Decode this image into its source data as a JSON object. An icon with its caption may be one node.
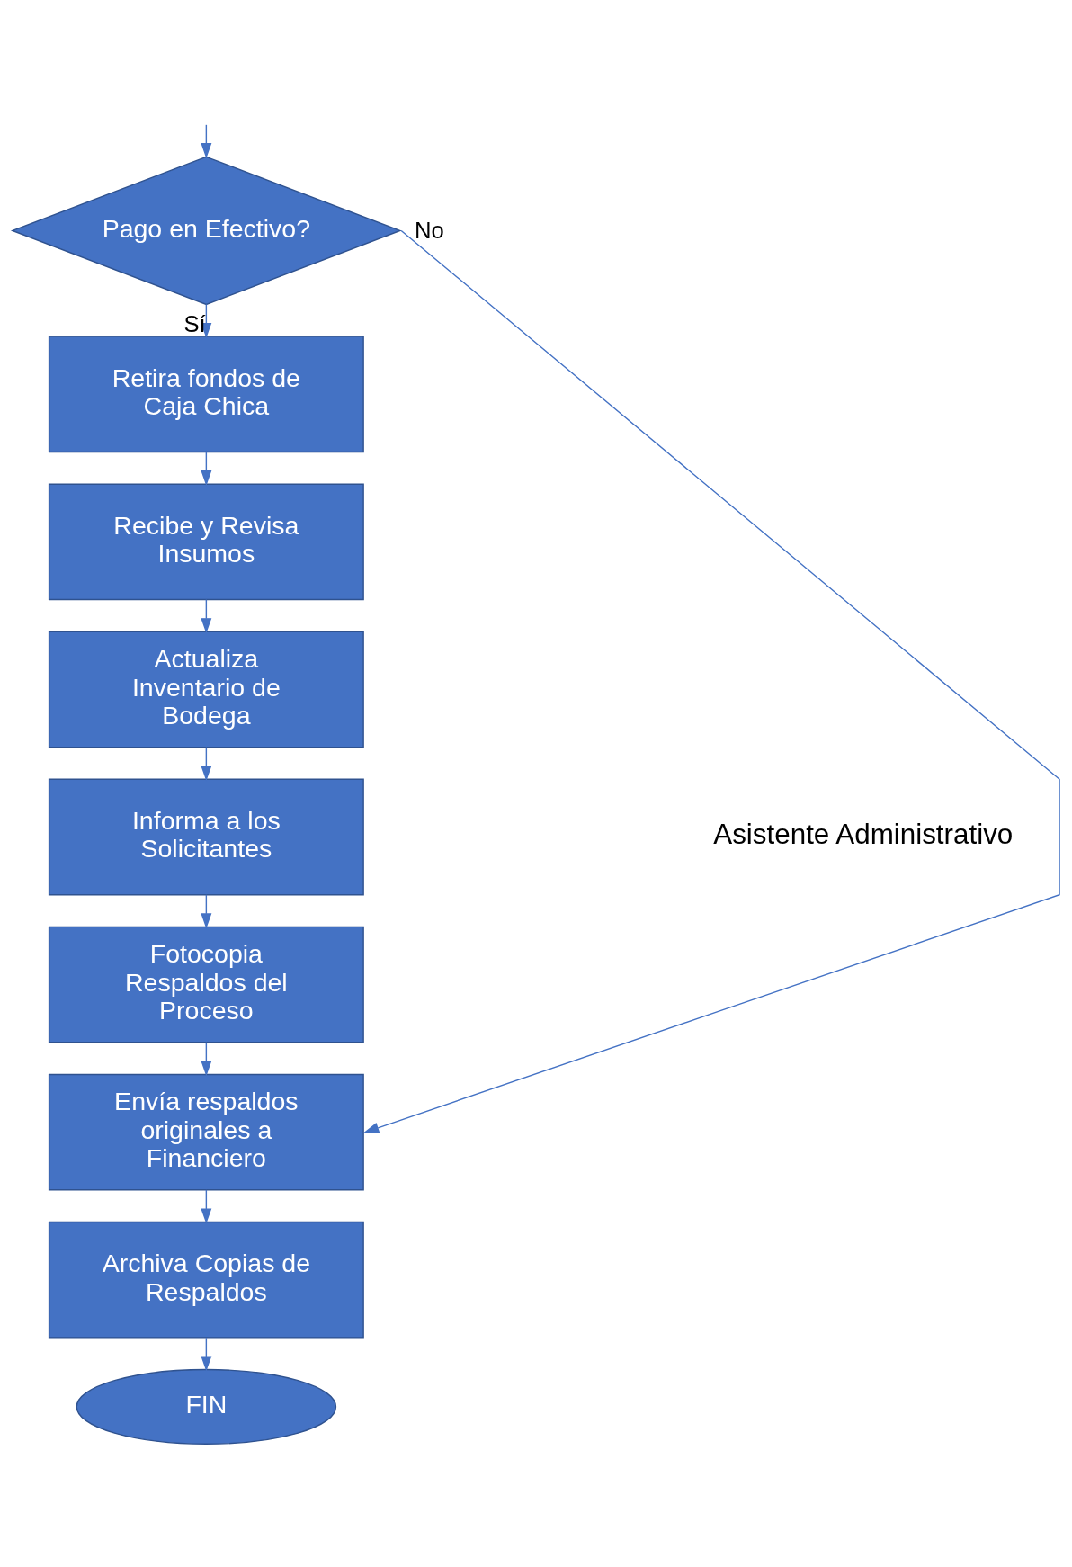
{
  "diagram": {
    "nodes": [
      {
        "text": [
          "Pago en Efectivo?"
        ]
      },
      {
        "text": [
          "Retira fondos de Caja Chica"
        ]
      },
      {
        "text": [
          "Recibe y Revisa Insumos"
        ]
      },
      {
        "text": [
          "Actualiza Inventario de Bodega"
        ]
      },
      {
        "text": [
          "Informa a los Solicitantes"
        ]
      },
      {
        "text": [
          "Fotocopia Respaldos del Proceso"
        ]
      },
      {
        "text": [
          "Envía respaldos originales a Financiero"
        ]
      },
      {
        "text": [
          "Archiva Copias de Respaldos"
        ]
      },
      {
        "text": [
          "FIN"
        ]
      }
    ],
    "edges": [
      {
        "from": null,
        "to": 0,
        "arrow": "to"
      },
      {
        "from": 0,
        "to": 1,
        "label": "Sí",
        "arrow": "to"
      },
      {
        "from": 0,
        "to": 6,
        "label": "No",
        "arrow": "to"
      },
      {
        "from": 1,
        "to": 2,
        "arrow": "to"
      },
      {
        "from": 2,
        "to": 3,
        "arrow": "to"
      },
      {
        "from": 3,
        "to": 4,
        "arrow": "to"
      },
      {
        "from": 4,
        "to": 5,
        "arrow": "to"
      },
      {
        "from": 5,
        "to": 6,
        "arrow": "to"
      },
      {
        "from": 6,
        "to": 7,
        "arrow": "to"
      },
      {
        "from": 7,
        "to": 8,
        "arrow": "to"
      }
    ],
    "labels": [
      "Asistente Administrativo"
    ]
  }
}
